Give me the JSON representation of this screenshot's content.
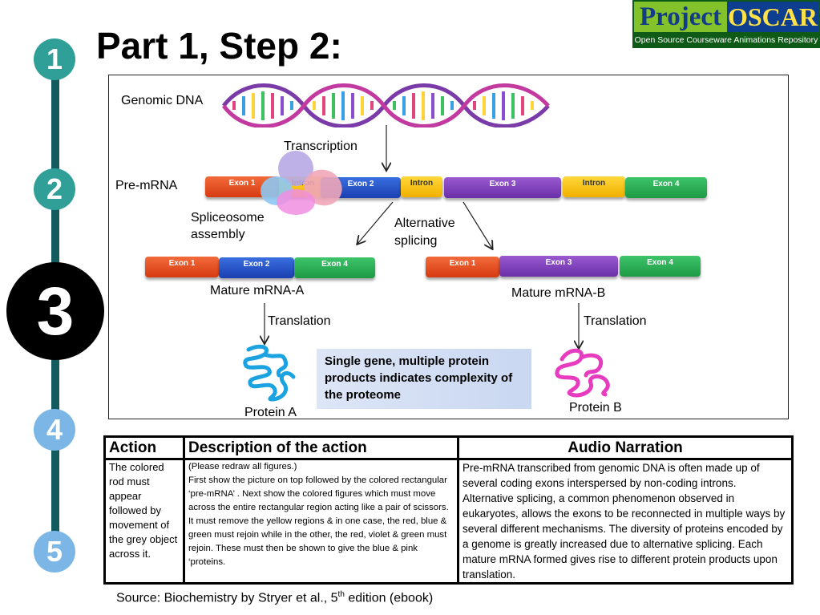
{
  "title": "Part 1, Step 2:",
  "steps": [
    "1",
    "2",
    "3",
    "4",
    "5"
  ],
  "logo": {
    "word1": "Project",
    "word2": "OSCAR",
    "tagline": "Open Source Courseware Animations Repository"
  },
  "diagram": {
    "genomic_dna": "Genomic DNA",
    "transcription": "Transcription",
    "pre_mrna": "Pre-mRNA",
    "spliceosome": [
      "Spliceosome",
      "assembly"
    ],
    "alternative_splicing": [
      "Alternative",
      "splicing"
    ],
    "pre_segments": [
      "Exon 1",
      "Intron",
      "Exon 2",
      "Intron",
      "Exon 3",
      "Intron",
      "Exon 4"
    ],
    "mature_a_segments": [
      "Exon 1",
      "Exon 2",
      "Exon 4"
    ],
    "mature_b_segments": [
      "Exon 1",
      "Exon 3",
      "Exon 4"
    ],
    "mature_a": "Mature mRNA-A",
    "mature_b": "Mature mRNA-B",
    "translation": "Translation",
    "protein_a": "Protein A",
    "protein_b": "Protein B",
    "callout": "Single gene, multiple protein products indicates complexity of the proteome"
  },
  "table": {
    "headers": [
      "Action",
      "Description of the action",
      "Audio Narration"
    ],
    "action": "The colored rod must appear followed by movement of the grey object across it.",
    "description_line1": "(Please redraw all figures.)",
    "description_body": "First show the picture on top followed by the colored rectangular ‘pre-mRNA’ . Next show the colored figures which must move across the entire rectangular region acting like a pair of scissors. It must remove the yellow regions & in one case, the red, blue & green must rejoin while in the other, the red, violet & green must rejoin. These must then be shown to give the blue & pink ‘proteins.",
    "narration": "Pre-mRNA transcribed from genomic DNA is often made up of several coding exons interspersed by non-coding introns. Alternative splicing, a common phenomenon observed in eukaryotes, allows the exons to be reconnected in multiple ways by several different mechanisms. The diversity of proteins encoded by a genome is greatly increased due to alternative splicing. Each mature mRNA formed gives rise to different protein products upon translation."
  },
  "source": {
    "prefix": "Source: Biochemistry by Stryer et al., 5",
    "sup": "th",
    "suffix": " edition (ebook)"
  },
  "colors": {
    "track": "#135b5e",
    "step_teal": "#2f9f98",
    "step_blue": "#7cb6e6",
    "protein_a": "#1aa3e0",
    "protein_b": "#e83cc0"
  }
}
